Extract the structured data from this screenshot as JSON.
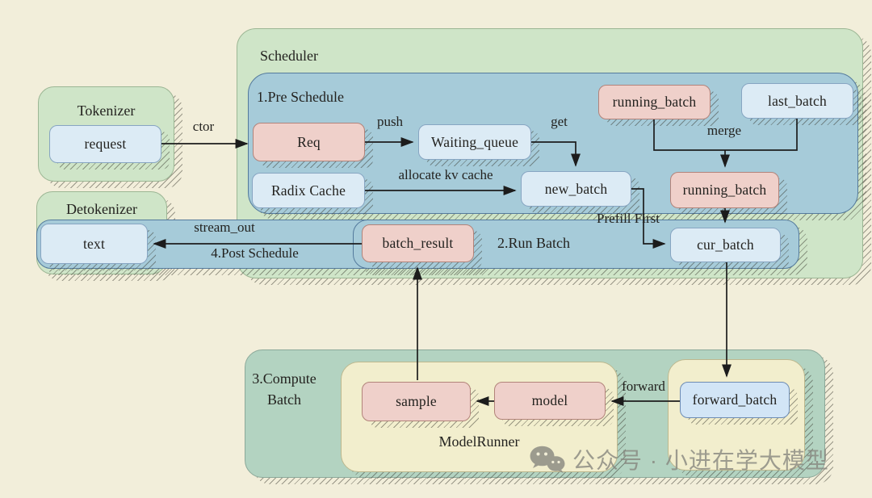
{
  "containers": {
    "tokenizer": "Tokenizer",
    "detokenizer": "Detokenizer",
    "scheduler": "Scheduler",
    "pre_schedule": "1.Pre Schedule",
    "run_batch": "2.Run Batch",
    "compute_batch": "3.Compute Batch",
    "model_runner": "ModelRunner"
  },
  "nodes": {
    "request": "request",
    "req": "Req",
    "waiting_queue": "Waiting_queue",
    "radix_cache": "Radix Cache",
    "new_batch": "new_batch",
    "running_batch_top": "running_batch",
    "last_batch": "last_batch",
    "running_batch_merged": "running_batch",
    "cur_batch": "cur_batch",
    "batch_result": "batch_result",
    "text": "text",
    "sample": "sample",
    "model": "model",
    "forward_batch": "forward_batch"
  },
  "edge_labels": {
    "ctor": "ctor",
    "push": "push",
    "get": "get",
    "allocate_kv_cache": "allocate kv cache",
    "merge": "merge",
    "prefill_first": "Prefill First",
    "stream_out": "stream_out",
    "post_schedule": "4.Post Schedule",
    "forward": "forward"
  },
  "watermark": {
    "text": "公众号 · 小进在学大模型"
  },
  "colors": {
    "background": "#f2eeda",
    "green_container": "#cfe5c8",
    "teal_green_container": "#b3d3c1",
    "blue_panel": "#a6cbd9",
    "yellow_container": "#f2eecd",
    "pink_node": "#efd0ca",
    "light_blue_node": "#dcebf5",
    "arrow": "#1c1c1c",
    "watermark_gray": "#87877f"
  }
}
